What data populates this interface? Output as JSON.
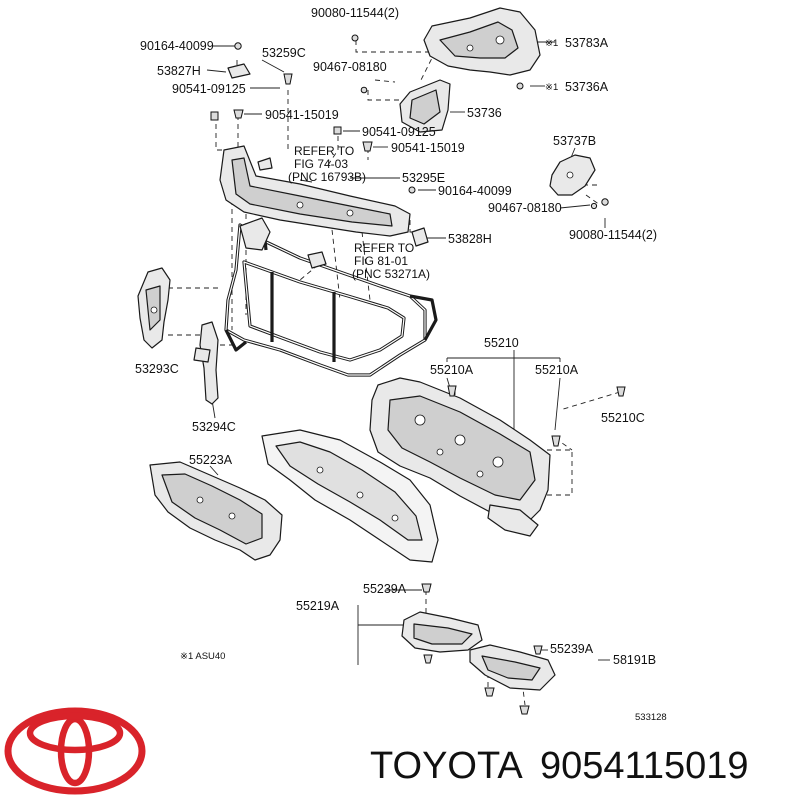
{
  "labels": {
    "l90080a": "90080-11544(2)",
    "l53783a": "53783A",
    "l90164a": "90164-40099",
    "l53259c": "53259C",
    "l53827h": "53827H",
    "l90467a": "90467-08180",
    "l53736a": "53736A",
    "l90541a": "90541-09125",
    "l90541b": "90541-15019",
    "l53736": "53736",
    "l90541c": "90541-09125",
    "l90541d": "90541-15019",
    "l53737b": "53737B",
    "l53295e": "53295E",
    "l90164b": "90164-40099",
    "l90467b": "90467-08180",
    "l90080b": "90080-11544(2)",
    "l53828h": "53828H",
    "l53293c": "53293C",
    "l53294c": "53294C",
    "l55210": "55210",
    "l55210a1": "55210A",
    "l55210a2": "55210A",
    "l55210c": "55210C",
    "l55223a": "55223A",
    "l55239a1": "55239A",
    "l55219a": "55219A",
    "l55239a2": "55239A",
    "l58191b": "58191B",
    "asu_mark": "※1  ASU40",
    "ref_mark1": "※1",
    "ref_mark2": "※1",
    "diagram_no": "533128"
  },
  "refer1": {
    "line1": "REFER TO",
    "line2": "FIG 74-03",
    "line3": "(PNC 16793B)"
  },
  "refer2": {
    "line1": "REFER TO",
    "line2": "FIG 81-01",
    "line3": "(PNC 53271A)"
  },
  "brand": {
    "name": "TOYOTA",
    "part_number": "9054115019",
    "logo_color": "#d9232a"
  }
}
